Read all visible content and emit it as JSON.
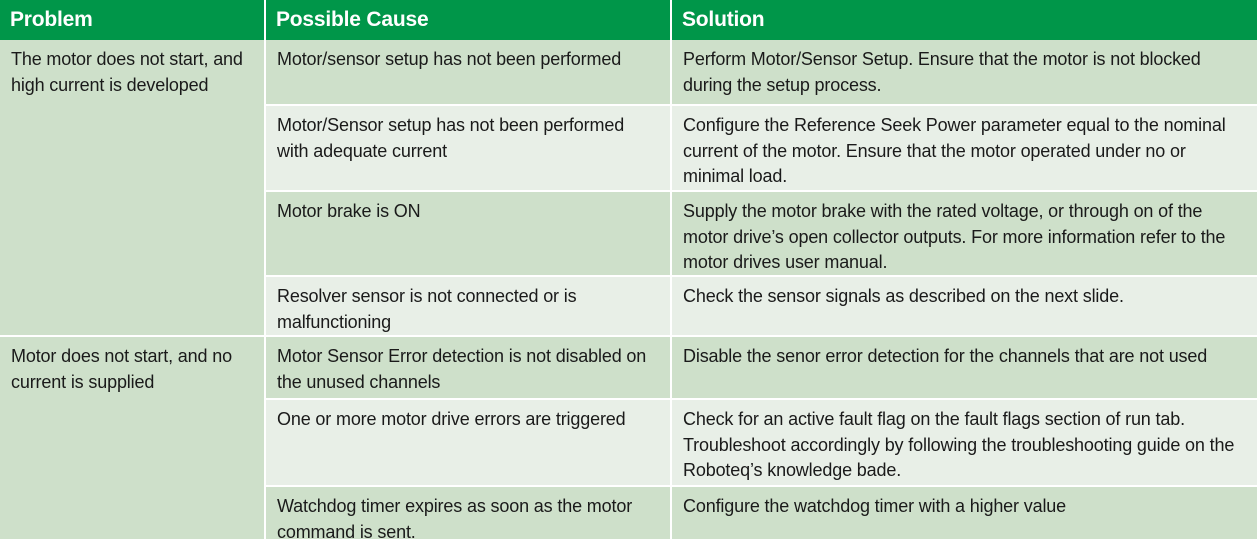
{
  "table": {
    "headers": [
      {
        "label": "Problem"
      },
      {
        "label": "Possible Cause"
      },
      {
        "label": "Solution"
      }
    ],
    "colors": {
      "header_background": "#009649",
      "header_text": "#ffffff",
      "row_tint_dark": "#cee0ca",
      "row_tint_light": "#e8efe7",
      "body_text": "#1a1a1a",
      "page_background": "#ffffff"
    },
    "problem_groups": [
      {
        "problem": "The motor does not start, and high current is developed",
        "rows": [
          {
            "cause": "Motor/sensor setup has not been performed",
            "solution": "Perform Motor/Sensor Setup. Ensure that the motor is not blocked during the setup process."
          },
          {
            "cause": "Motor/Sensor setup has not been performed with adequate current",
            "solution": "Configure the Reference Seek Power parameter equal to the nominal current of the motor. Ensure that the motor operated under no or minimal load."
          },
          {
            "cause": "Motor brake is ON",
            "solution": "Supply the motor brake with the rated voltage, or through on of the motor drive’s open collector outputs. For more information refer to the motor drives user manual."
          },
          {
            "cause": "Resolver sensor is not connected or is malfunctioning",
            "solution": "Check the sensor signals as described on the next slide."
          }
        ]
      },
      {
        "problem": "Motor does not start, and no current is supplied",
        "rows": [
          {
            "cause": "Motor Sensor Error detection is not disabled on the unused channels",
            "solution": "Disable the senor error detection for the channels that are not used"
          },
          {
            "cause": "One or more motor drive errors are triggered",
            "solution": "Check for an active fault flag on the fault flags section of run tab. Troubleshoot accordingly by following the troubleshooting guide on the Roboteq’s knowledge bade."
          },
          {
            "cause": "Watchdog timer expires as soon as the motor command is sent.",
            "solution": "Configure the watchdog timer with a higher value"
          }
        ]
      }
    ]
  }
}
